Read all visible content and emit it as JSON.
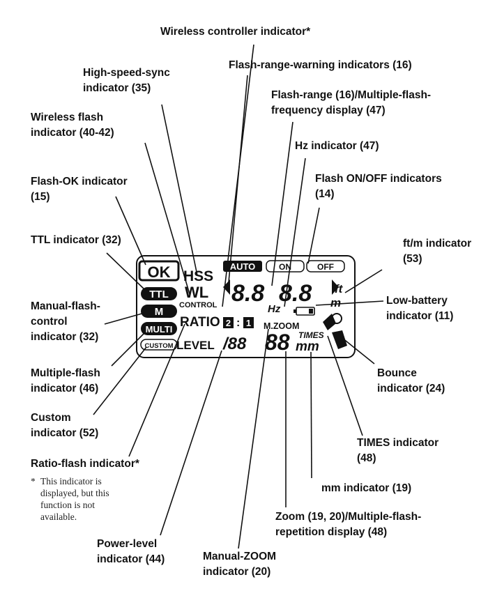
{
  "lcd": {
    "ok": "OK",
    "hss": "HSS",
    "wl": "WL",
    "control": "CONTROL",
    "ttl": "TTL",
    "m": "M",
    "multi": "MULTI",
    "custom": "CUSTOM",
    "auto": "AUTO",
    "on": "ON",
    "off": "OFF",
    "range_digits": "8.8",
    "range_digits_2": "8.8",
    "ft": "ft",
    "m_unit": "m",
    "hz": "Hz",
    "ratio": "RATIO",
    "ratio_a": "2",
    "ratio_colon": ":",
    "ratio_b": "1",
    "mzoom": "M.ZOOM",
    "level": "LEVEL",
    "fraction": "/88",
    "zoom_digits": "88",
    "times": "TIMES",
    "mm": "mm"
  },
  "callouts": [
    {
      "id": "wireless-controller",
      "lines": [
        "Wireless controller indicator*"
      ]
    },
    {
      "id": "flash-range-warning",
      "lines": [
        "Flash-range-warning indicators (16)"
      ]
    },
    {
      "id": "high-speed-sync",
      "lines": [
        "High-speed-sync",
        "indicator (35)"
      ]
    },
    {
      "id": "flash-range-display",
      "lines": [
        "Flash-range (16)/Multiple-flash-",
        "frequency display (47)"
      ]
    },
    {
      "id": "wireless-flash",
      "lines": [
        "Wireless flash",
        "indicator (40-42)"
      ]
    },
    {
      "id": "hz-indicator",
      "lines": [
        "Hz indicator (47)"
      ]
    },
    {
      "id": "flash-ok",
      "lines": [
        "Flash-OK indicator",
        "(15)"
      ]
    },
    {
      "id": "flash-on-off",
      "lines": [
        "Flash ON/OFF indicators",
        "(14)"
      ]
    },
    {
      "id": "ttl-indicator",
      "lines": [
        "TTL indicator (32)"
      ]
    },
    {
      "id": "ft-m-indicator",
      "lines": [
        "ft/m indicator",
        "(53)"
      ]
    },
    {
      "id": "manual-flash-control",
      "lines": [
        "Manual-flash-",
        "control",
        "indicator (32)"
      ]
    },
    {
      "id": "low-battery",
      "lines": [
        "Low-battery",
        "indicator (11)"
      ]
    },
    {
      "id": "multiple-flash",
      "lines": [
        "Multiple-flash",
        "indicator (46)"
      ]
    },
    {
      "id": "bounce",
      "lines": [
        "Bounce",
        "indicator (24)"
      ]
    },
    {
      "id": "custom-indicator",
      "lines": [
        "Custom",
        "indicator (52)"
      ]
    },
    {
      "id": "times-indicator",
      "lines": [
        "TIMES indicator",
        "(48)"
      ]
    },
    {
      "id": "ratio-flash",
      "lines": [
        "Ratio-flash indicator*"
      ]
    },
    {
      "id": "mm-indicator",
      "lines": [
        "mm indicator (19)"
      ]
    },
    {
      "id": "zoom-display",
      "lines": [
        "Zoom (19, 20)/Multiple-flash-",
        "repetition display (48)"
      ]
    },
    {
      "id": "power-level",
      "lines": [
        "Power-level",
        "indicator (44)"
      ]
    },
    {
      "id": "manual-zoom",
      "lines": [
        "Manual-ZOOM",
        "indicator (20)"
      ]
    }
  ],
  "footnote": {
    "star": "*",
    "lines": [
      "This indicator is",
      "displayed, but this",
      "function is not",
      "available."
    ]
  }
}
